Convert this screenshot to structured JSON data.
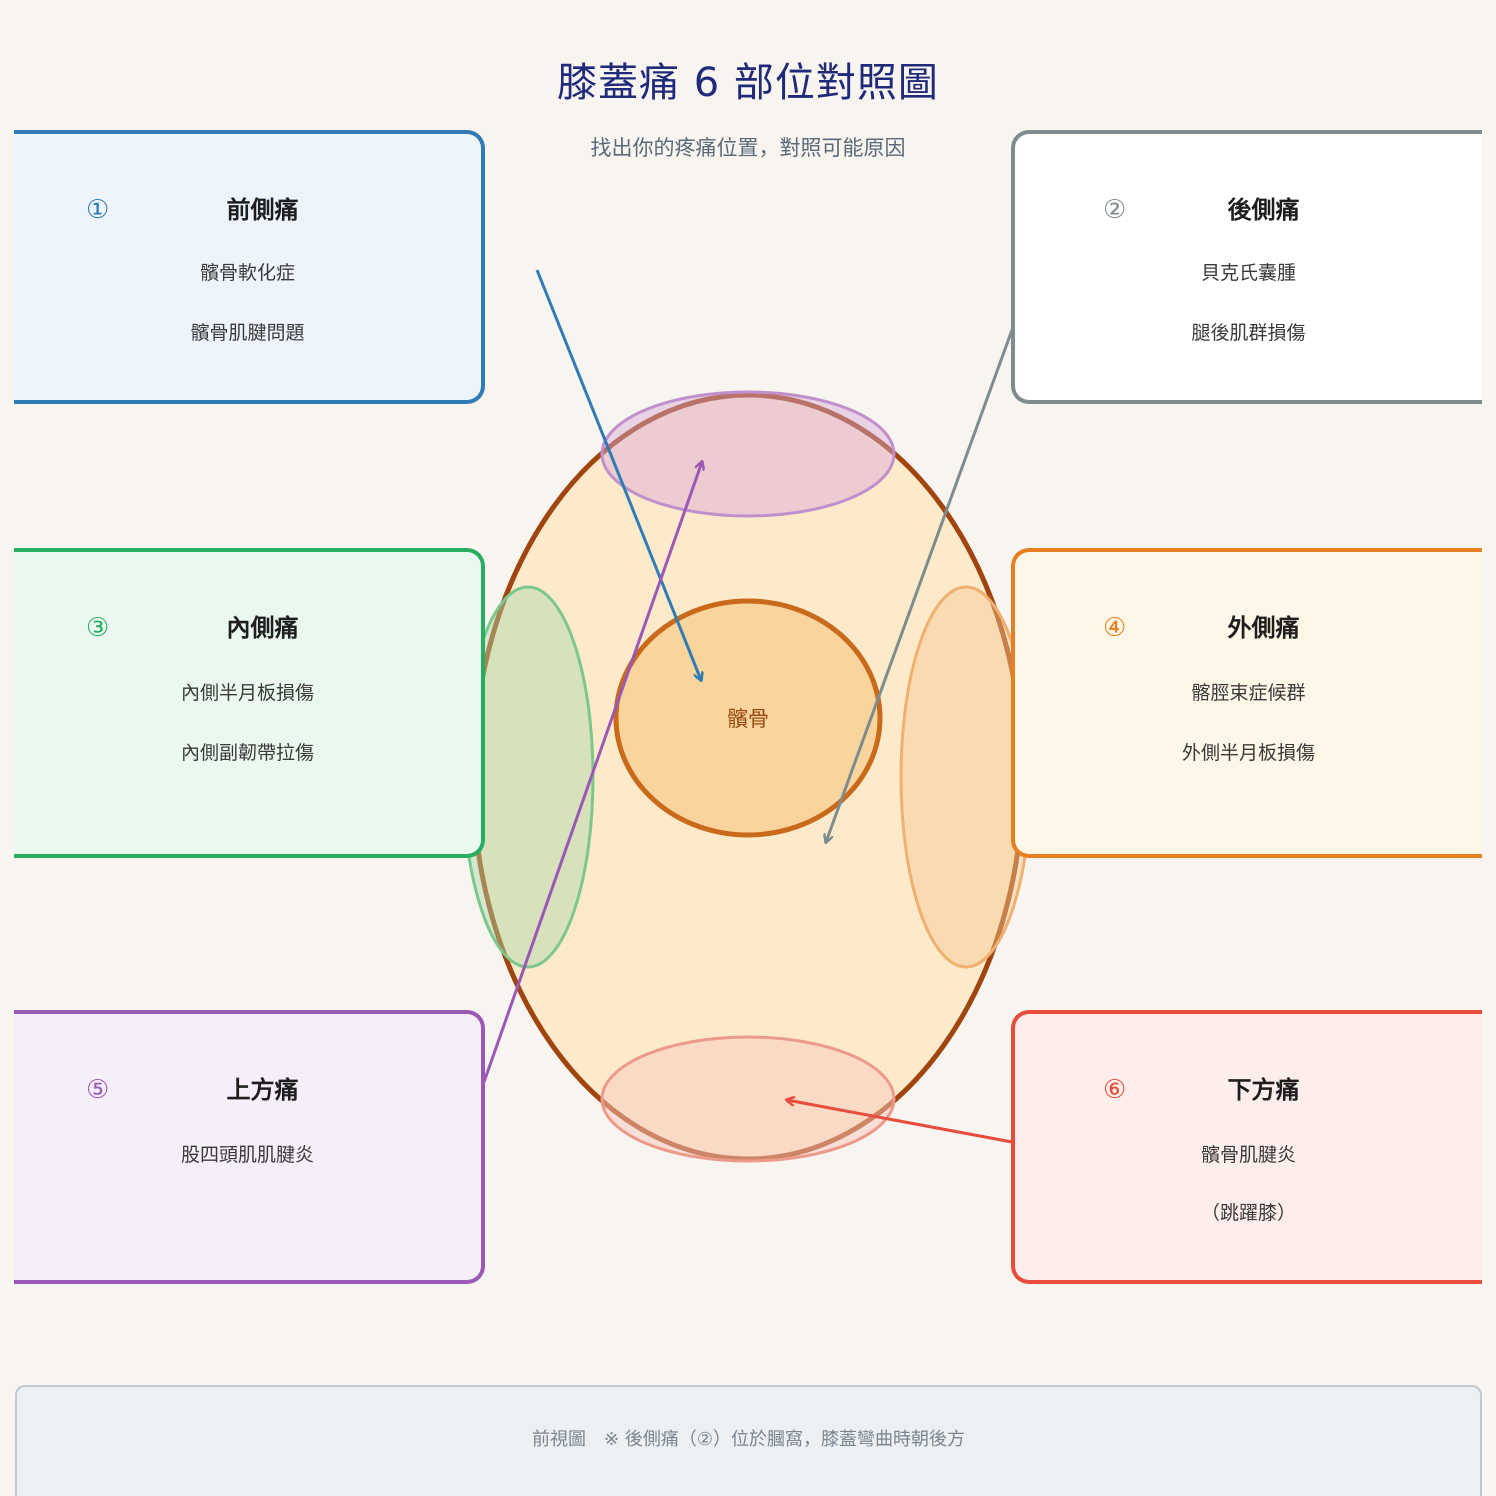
{
  "title": "膝蓋痛 6 部位對照圖",
  "subtitle": "找出你的疼痛位置，對照可能原因",
  "knee": {
    "patella_label": "髕骨"
  },
  "cards": [
    {
      "num": "①",
      "title": "前側痛",
      "lines": [
        "髕骨軟化症",
        "髕骨肌腱問題"
      ],
      "color": "#2e7bb6",
      "bg": "#edf4fb"
    },
    {
      "num": "②",
      "title": "後側痛",
      "lines": [
        "貝克氏囊腫",
        "腿後肌群損傷"
      ],
      "color": "#7f8c8d",
      "bg": "#ffffff"
    },
    {
      "num": "③",
      "title": "內側痛",
      "lines": [
        "內側半月板損傷",
        "內側副韌帶拉傷"
      ],
      "color": "#27ae60",
      "bg": "#ebf8ef"
    },
    {
      "num": "④",
      "title": "外側痛",
      "lines": [
        "髂脛束症候群",
        "外側半月板損傷"
      ],
      "color": "#e67e22",
      "bg": "#fef6e6"
    },
    {
      "num": "⑤",
      "title": "上方痛",
      "lines": [
        "股四頭肌肌腱炎"
      ],
      "color": "#9b59b6",
      "bg": "#f6eef8"
    },
    {
      "num": "⑥",
      "title": "下方痛",
      "lines": [
        "髕骨肌腱炎",
        "（跳躍膝）"
      ],
      "color": "#e74c3c",
      "bg": "#fdeeec"
    }
  ],
  "footer": {
    "note": "前視圖　※ 後側痛（②）位於膕窩，膝蓋彎曲時朝後方"
  }
}
